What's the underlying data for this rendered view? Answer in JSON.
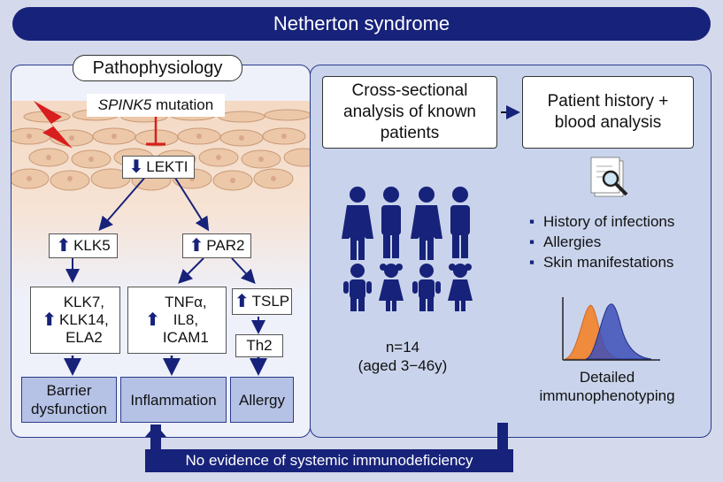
{
  "title": "Netherton syndrome",
  "left": {
    "panel_title": "Pathophysiology",
    "spink5_gene": "SPINK5",
    "spink5_suffix": " mutation",
    "lekti": "LEKTI",
    "klk5": "KLK5",
    "par2": "PAR2",
    "klk_group": [
      "KLK7,",
      "KLK14,",
      "ELA2"
    ],
    "tnf_group": [
      "TNFα,",
      "IL8,",
      "ICAM1"
    ],
    "tslp": "TSLP",
    "th2": "Th2",
    "outcomes": [
      "Barrier dysfunction",
      "Inflammation",
      "Allergy"
    ]
  },
  "right": {
    "cross_sectional": "Cross-sectional analysis of known patients",
    "patient_history": "Patient history + blood analysis",
    "n_label": "n=14",
    "age_label": "(aged 3−46y)",
    "bullets": [
      "History of infections",
      "Allergies",
      "Skin manifestations"
    ],
    "immuno_label": "Detailed immunophenotyping"
  },
  "bottom": "No evidence of systemic immunodeficiency",
  "colors": {
    "navy": "#17227a",
    "red": "#d81e1e",
    "orange": "#f08a3c",
    "blue": "#3d4fb8"
  },
  "icons": [
    "lightning-icon",
    "person-icon",
    "document-magnifier-icon",
    "histogram-icon"
  ]
}
